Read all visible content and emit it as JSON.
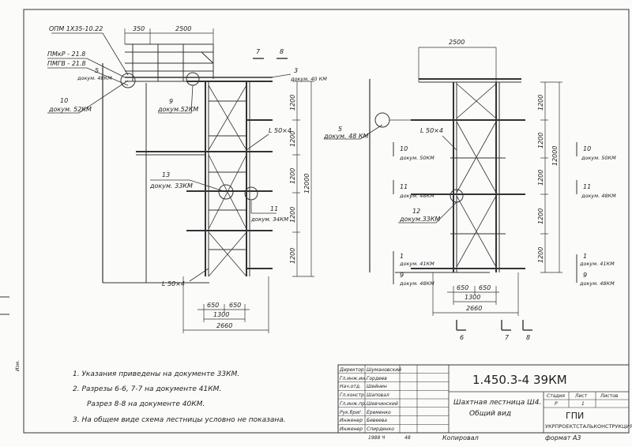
{
  "drawing": {
    "doc_code": "1.450.3-4 39КМ",
    "title_line1": "Шахтная лестница Ш4.",
    "title_line2": "Общий вид",
    "stage_header": "Стадия",
    "sheet_header": "Лист",
    "sheets_header": "Листов",
    "stage": "Р",
    "sheet": "1",
    "org_short": "ГПИ",
    "org_full": "УКРПРОЕКТСТАЛЬКОНСТРУКЦИЯ",
    "signatories": [
      {
        "role": "Директор",
        "name": "Шумановский"
      },
      {
        "role": "Гл.инж.ин.",
        "name": "Гордеев"
      },
      {
        "role": "Нач.отд.",
        "name": "Шейнин"
      },
      {
        "role": "Гл.констр.",
        "name": "Шаповал"
      },
      {
        "role": "Гл.инж.пр.",
        "name": "Шевчинский"
      },
      {
        "role": "Рук.бриг.",
        "name": "Еременко"
      },
      {
        "role": "Инженер",
        "name": "Бевеева"
      },
      {
        "role": "Инженер",
        "name": "Спирденко"
      }
    ],
    "footer_year": "1988 Ч",
    "footer_num": "48",
    "copy_label": "Копировал",
    "format_label": "формат А3",
    "margin_mark": "Изм."
  },
  "notes": [
    "1. Указания приведены на документе 33КМ.",
    "2. Разрезы 6-6, 7-7 на документе 41КМ.",
    "Разрез 8-8 на документе 40КМ.",
    "3. На общем виде схема лестницы условно не показана."
  ],
  "left_view": {
    "labels": {
      "opm": "ОПМ 1Х35-10.22",
      "pmkr": "ПМкР - 21.8",
      "pmgv": "ПМГВ - 21.8",
      "c5_num": "5",
      "c5_doc": "докум. 48КМ",
      "c10_num": "10",
      "c10_doc": "докум. 52КМ",
      "c9_num": "9",
      "c9_doc": "докум.52КМ",
      "c3_num": "3",
      "c3_doc": "докум. 40 КМ",
      "c13_num": "13",
      "c13_doc": "докум. 33КМ",
      "c11_num": "11",
      "c11_doc": "докум. 34КМ",
      "angle1": "L 50×4",
      "angle2": "L 50×4",
      "sec7": "7",
      "sec8": "8"
    },
    "dims": {
      "top_a": "350",
      "top_b": "2500",
      "seg": [
        "1200",
        "1200",
        "1200",
        "1200",
        "1200"
      ],
      "total": "12000",
      "bot_a": "650",
      "bot_b": "650",
      "bot_mid": "1300",
      "bot_total": "2660"
    }
  },
  "right_view": {
    "labels": {
      "c5_num": "5",
      "c5_doc": "докум. 48 КМ",
      "angle": "L 50×4",
      "c10_num": "10",
      "c10_doc": "докум. 50КМ",
      "c11_num": "11",
      "c11_doc": "докум. 48КМ",
      "c12_num": "12",
      "c12_doc": "докум.33КМ",
      "c1_num": "1",
      "c1_doc": "докум. 41КМ",
      "c9_num": "9",
      "c9_doc": "докум. 48КМ",
      "r10_num": "10",
      "r10_doc": "докум. 50КМ",
      "r11_num": "11",
      "r11_doc": "докум. 48КМ",
      "r1_num": "1",
      "r1_doc": "докум. 41КМ",
      "r9_num": "9",
      "r9_doc": "докум. 48КМ",
      "sec6": "6",
      "sec7": "7",
      "sec8": "8"
    },
    "dims": {
      "top": "2500",
      "seg": [
        "1200",
        "1200",
        "1200",
        "1200",
        "1200"
      ],
      "total": "12000",
      "bot_a": "650",
      "bot_b": "650",
      "bot_mid": "1300",
      "bot_total": "2660"
    }
  }
}
